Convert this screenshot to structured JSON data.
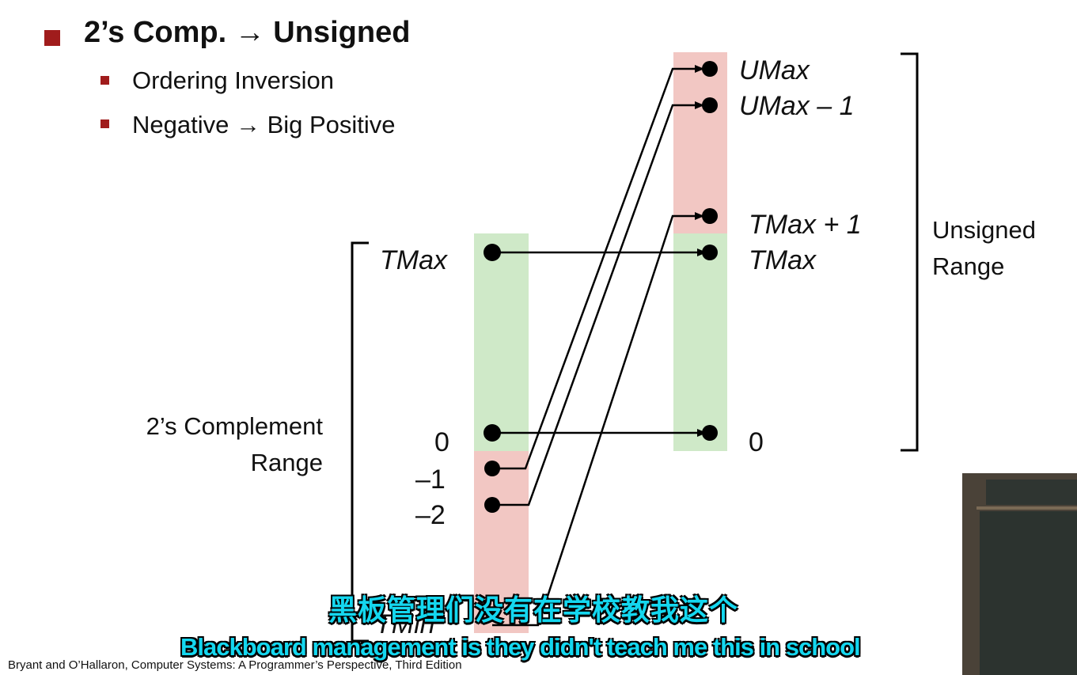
{
  "slide": {
    "title": "2’s Comp. → Unsigned",
    "bullets": [
      "Ordering Inversion",
      "Negative → Big Positive"
    ]
  },
  "diagram": {
    "left_labels": {
      "tmax": "TMax",
      "zero": "0",
      "minus_one": "–1",
      "minus_two": "–2",
      "tmin": "TMin"
    },
    "right_labels": {
      "umax": "UMax",
      "umax_minus_1": "UMax – 1",
      "tmax_plus_1": "TMax  + 1",
      "tmax": "TMax",
      "zero": "0"
    },
    "left_range": [
      "2’s Complement",
      "Range"
    ],
    "right_range": [
      "Unsigned",
      "Range"
    ],
    "colors": {
      "positive": "#cfe9c8",
      "negative": "#f2c7c3",
      "accent": "#a01c1c"
    }
  },
  "citation": "Bryant and O’Hallaron, Computer Systems: A Programmer’s Perspective, Third Edition",
  "subtitles": {
    "chinese": "黑板管理们没有在学校教我这个",
    "english": "Blackboard management is they didn't teach me this in school"
  }
}
